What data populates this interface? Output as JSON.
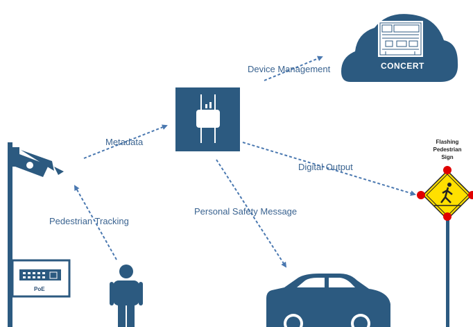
{
  "cloud": {
    "label": "CONCERT"
  },
  "links": {
    "device_management": "Device Management",
    "metadata": "Metadata",
    "digital_output": "Digital Output",
    "pedestrian_tracking": "Pedestrian Tracking",
    "personal_safety_message": "Personal Safety Message"
  },
  "sign": {
    "line1": "Flashing",
    "line2": "Pedestrian",
    "line3": "Sign"
  },
  "poe": {
    "label": "PoE"
  },
  "colors": {
    "primary": "#2c5a80",
    "label": "#3a6390",
    "sign_yellow": "#ffe000",
    "sign_red": "#e00000"
  },
  "icons": [
    "cloud-icon",
    "server-rack-icon",
    "access-point-icon",
    "camera-icon",
    "person-icon",
    "car-icon",
    "pedestrian-crossing-sign-icon",
    "poe-switch-icon"
  ]
}
